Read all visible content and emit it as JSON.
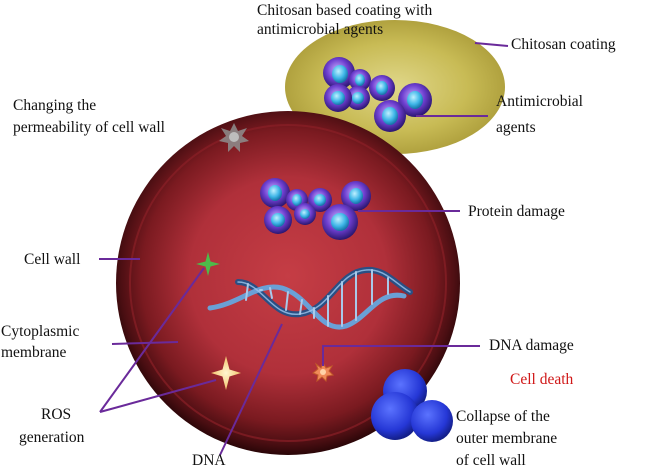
{
  "labels": {
    "coating_title_line1": "Chitosan based coating with",
    "coating_title_line2": "antimicrobial agents",
    "chitosan_coating": "Chitosan coating",
    "antimicrobial_line1": "Antimicrobial",
    "antimicrobial_line2": "agents",
    "permeability_line1": "Changing the",
    "permeability_line2": "permeability of cell wall",
    "protein_damage": "Protein damage",
    "cell_wall": "Cell wall",
    "cytoplasmic_line1": "Cytoplasmic",
    "cytoplasmic_line2": "membrane",
    "dna_damage": "DNA damage",
    "cell_death": "Cell death",
    "ros_line1": "ROS",
    "ros_line2": "generation",
    "collapse_line1": "Collapse of the",
    "collapse_line2": "outer membrane",
    "collapse_line3": "of cell wall",
    "dna": "DNA"
  },
  "colors": {
    "leader_line": "#6a2a9a",
    "cell_outer": "#3a0a0c",
    "cell_inner": "#c23a42",
    "coating": "#b7a640",
    "particle": "#6b3fc0",
    "particle_core": "#3fb6e8",
    "collapse_particle": "#2b3fd8",
    "cell_death_text": "#d01818"
  },
  "icons": {
    "permeability_marker": "damaged-spot-icon",
    "ros_marker": "spark-star-icon",
    "dna_damage_marker": "burst-icon",
    "dna_strand": "dna-helix-icon"
  }
}
